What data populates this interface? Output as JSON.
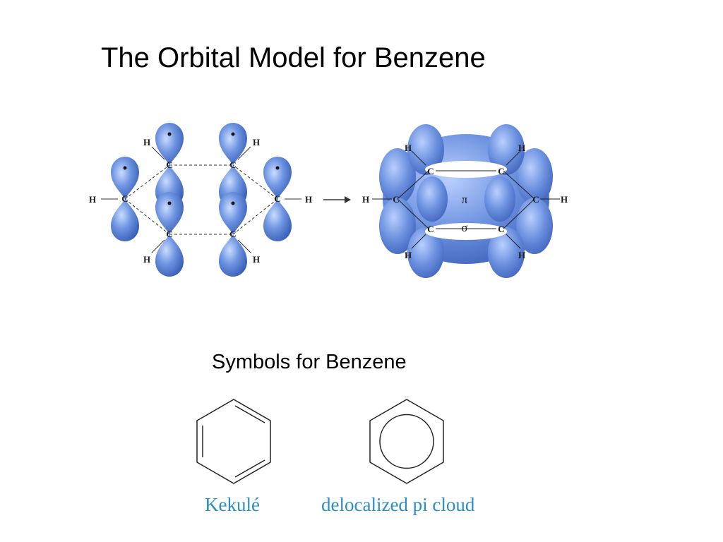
{
  "title": "The Orbital Model for Benzene",
  "subtitle": "Symbols for Benzene",
  "orbital_diagram": {
    "atoms": {
      "carbon": "C",
      "hydrogen": "H"
    },
    "pi_label": "π",
    "sigma_label": "σ"
  },
  "symbols": {
    "kekule_label": "Kekulé",
    "delocalized_label": "delocalized pi cloud"
  },
  "colors": {
    "caption": "#2a8fc7",
    "orbital": "#5b82d6",
    "orbital_dark": "#3a5fb8"
  }
}
